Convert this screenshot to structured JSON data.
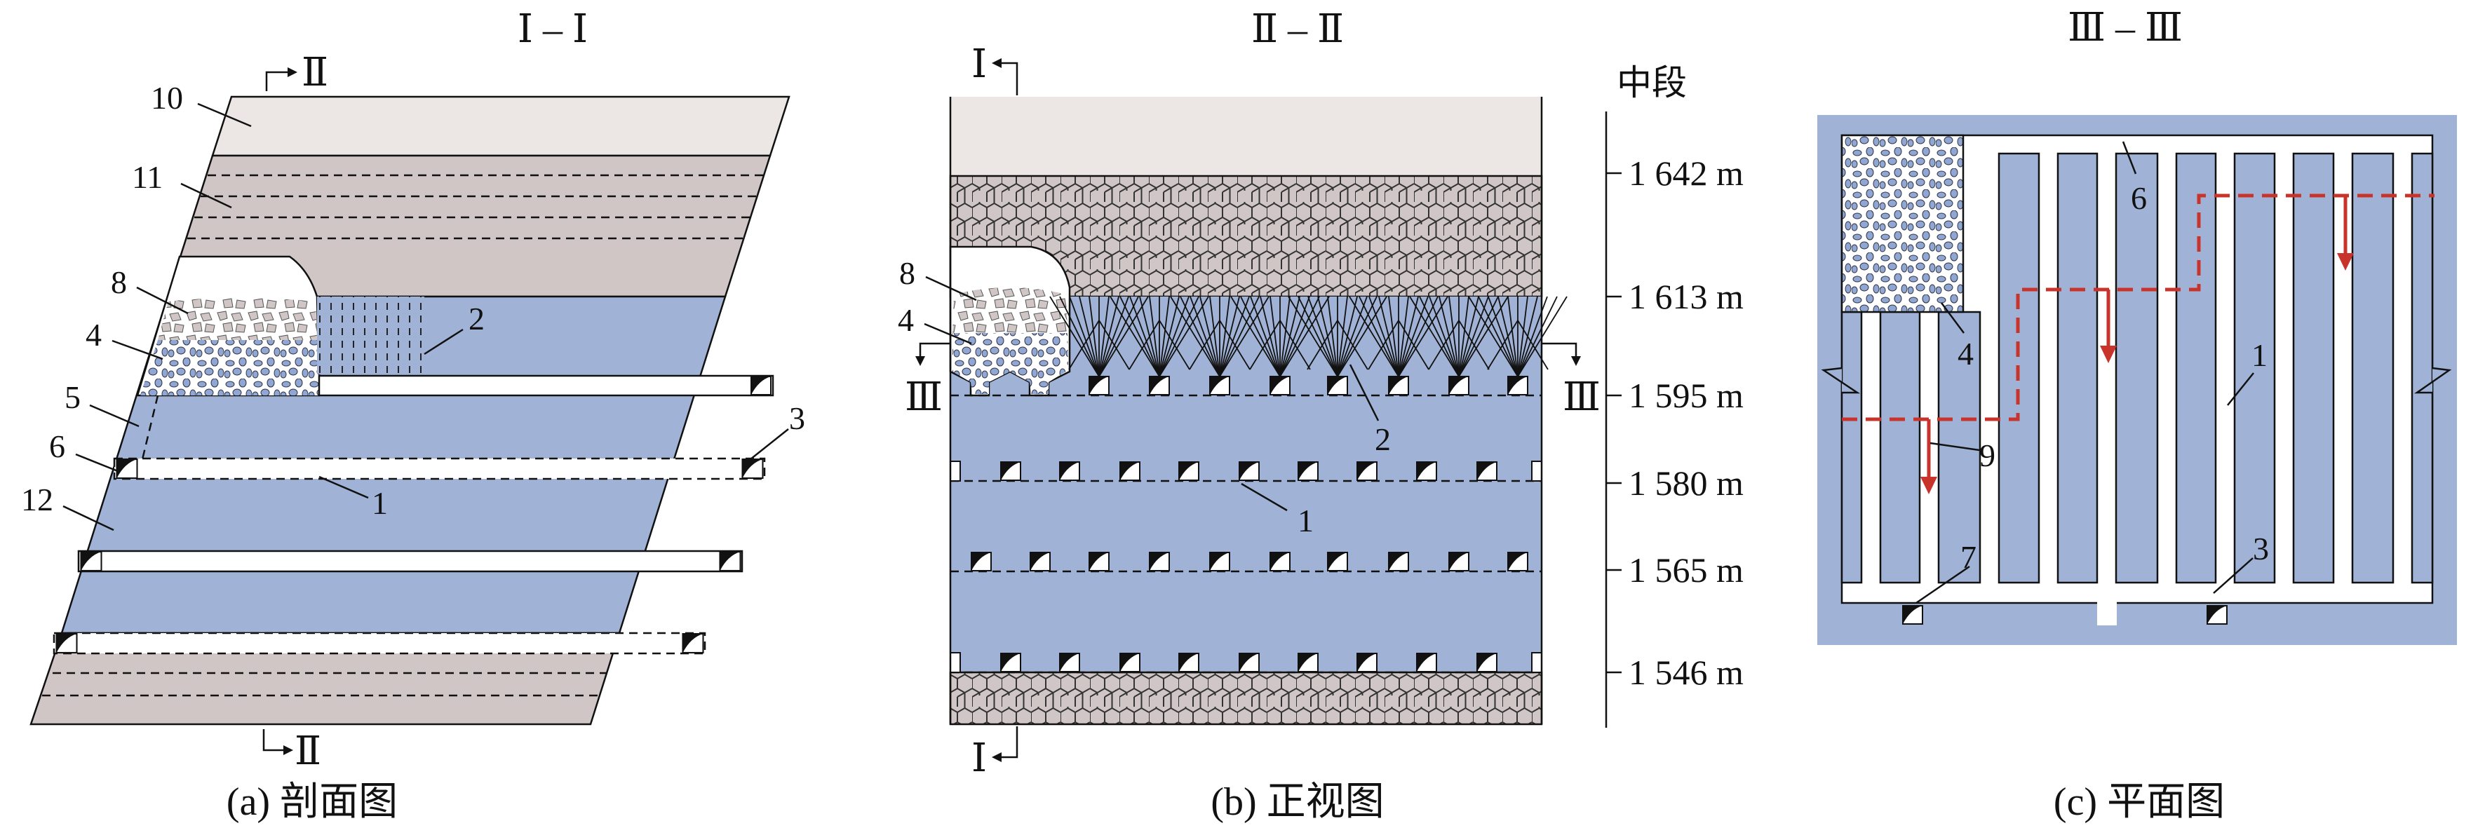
{
  "titles": {
    "a": "Ⅰ – Ⅰ",
    "b": "Ⅱ – Ⅱ",
    "c": "Ⅲ – Ⅲ"
  },
  "captions": {
    "a": "(a) 剖面图",
    "b": "(b) 正视图",
    "c": "(c) 平面图"
  },
  "section_marks": {
    "I": "Ⅰ",
    "II": "Ⅱ",
    "III": "Ⅲ"
  },
  "panel_a_labels": {
    "l10": "10",
    "l11": "11",
    "l8": "8",
    "l4": "4",
    "l5": "5",
    "l6": "6",
    "l12": "12",
    "l2": "2",
    "l3": "3",
    "l1": "1"
  },
  "panel_b_labels": {
    "l8": "8",
    "l4": "4",
    "l2": "2",
    "l1": "1"
  },
  "panel_c_labels": {
    "l6": "6",
    "l4": "4",
    "l1": "1",
    "l9": "9",
    "l7": "7",
    "l3": "3"
  },
  "elevation": {
    "heading": "中段",
    "levels": [
      "1 642 m",
      "1 613 m",
      "1 595 m",
      "1 580 m",
      "1 565 m",
      "1 546 m"
    ]
  },
  "colors": {
    "ore": "#a0b3d6",
    "rock": "#cfc6c5",
    "cap_rock": "#ece6e4",
    "path": "#c8342b"
  }
}
